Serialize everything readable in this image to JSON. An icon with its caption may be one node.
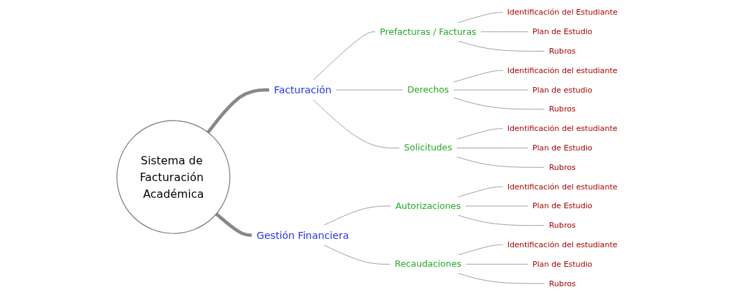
{
  "diagram": {
    "nodes": [
      {
        "text": [
          "Sistema de Facturación Académica"
        ]
      },
      {
        "text": [
          "Facturación"
        ]
      },
      {
        "text": [
          "Prefacturas / Facturas"
        ]
      },
      {
        "text": [
          "Identificación del Estudiante"
        ]
      },
      {
        "text": [
          "Plan de Estudio"
        ]
      },
      {
        "text": [
          "Rubros"
        ]
      },
      {
        "text": [
          "Derechos"
        ]
      },
      {
        "text": [
          "Identificación del estudiante"
        ]
      },
      {
        "text": [
          "Plan de estudio"
        ]
      },
      {
        "text": [
          "Rubros"
        ]
      },
      {
        "text": [
          "Solicitudes"
        ]
      },
      {
        "text": [
          "Identificación del estudiante"
        ]
      },
      {
        "text": [
          "Plan de Estudio"
        ]
      },
      {
        "text": [
          "Rubros"
        ]
      },
      {
        "text": [
          "Gestión Financiera"
        ]
      },
      {
        "text": [
          "Autorizaciones"
        ]
      },
      {
        "text": [
          "Identificación del estudiante"
        ]
      },
      {
        "text": [
          "Plan de Estudio"
        ]
      },
      {
        "text": [
          "Rubros"
        ]
      },
      {
        "text": [
          "Recaudaciones"
        ]
      },
      {
        "text": [
          "Identificación del estudiante"
        ]
      },
      {
        "text": [
          "Plan de Estudio"
        ]
      },
      {
        "text": [
          "Rubros"
        ]
      }
    ],
    "edges": [
      {
        "from": 0,
        "to": 1,
        "arrow": "none",
        "style": "thick"
      },
      {
        "from": 1,
        "to": 2,
        "arrow": "none"
      },
      {
        "from": 2,
        "to": 3,
        "arrow": "none"
      },
      {
        "from": 2,
        "to": 4,
        "arrow": "none"
      },
      {
        "from": 2,
        "to": 5,
        "arrow": "none"
      },
      {
        "from": 1,
        "to": 6,
        "arrow": "none"
      },
      {
        "from": 6,
        "to": 7,
        "arrow": "none"
      },
      {
        "from": 6,
        "to": 8,
        "arrow": "none"
      },
      {
        "from": 6,
        "to": 9,
        "arrow": "none"
      },
      {
        "from": 1,
        "to": 10,
        "arrow": "none"
      },
      {
        "from": 10,
        "to": 11,
        "arrow": "none"
      },
      {
        "from": 10,
        "to": 12,
        "arrow": "none"
      },
      {
        "from": 10,
        "to": 13,
        "arrow": "none"
      },
      {
        "from": 0,
        "to": 14,
        "arrow": "none",
        "style": "thick"
      },
      {
        "from": 14,
        "to": 15,
        "arrow": "none"
      },
      {
        "from": 15,
        "to": 16,
        "arrow": "none"
      },
      {
        "from": 15,
        "to": 17,
        "arrow": "none"
      },
      {
        "from": 15,
        "to": 18,
        "arrow": "none"
      },
      {
        "from": 14,
        "to": 19,
        "arrow": "none"
      },
      {
        "from": 19,
        "to": 20,
        "arrow": "none"
      },
      {
        "from": 19,
        "to": 21,
        "arrow": "none"
      },
      {
        "from": 19,
        "to": 22,
        "arrow": "none"
      }
    ]
  }
}
